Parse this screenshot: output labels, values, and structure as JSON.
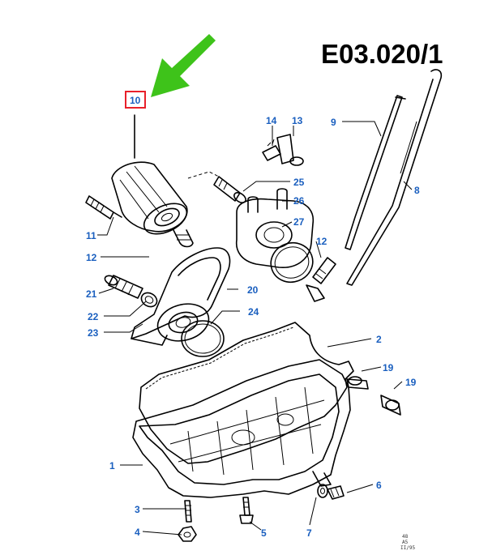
{
  "diagram_code": "E03.020/1",
  "highlight": {
    "label": "10",
    "box_color": "#e8202a",
    "arrow_color": "#3ec31a"
  },
  "label_color": "#1a5fbf",
  "labels": {
    "p1": "1",
    "p2": "2",
    "p3": "3",
    "p4": "4",
    "p5": "5",
    "p6": "6",
    "p7": "7",
    "p8": "8",
    "p9": "9",
    "p10": "10",
    "p11": "11",
    "p12a": "12",
    "p12b": "12",
    "p13": "13",
    "p14": "14",
    "p19a": "19",
    "p19b": "19",
    "p20": "20",
    "p21": "21",
    "p22": "22",
    "p23": "23",
    "p24": "24",
    "p25": "25",
    "p26": "26",
    "p27": "27"
  },
  "footer": {
    "line1": "48",
    "line2": "A5",
    "line3": "II/95"
  }
}
